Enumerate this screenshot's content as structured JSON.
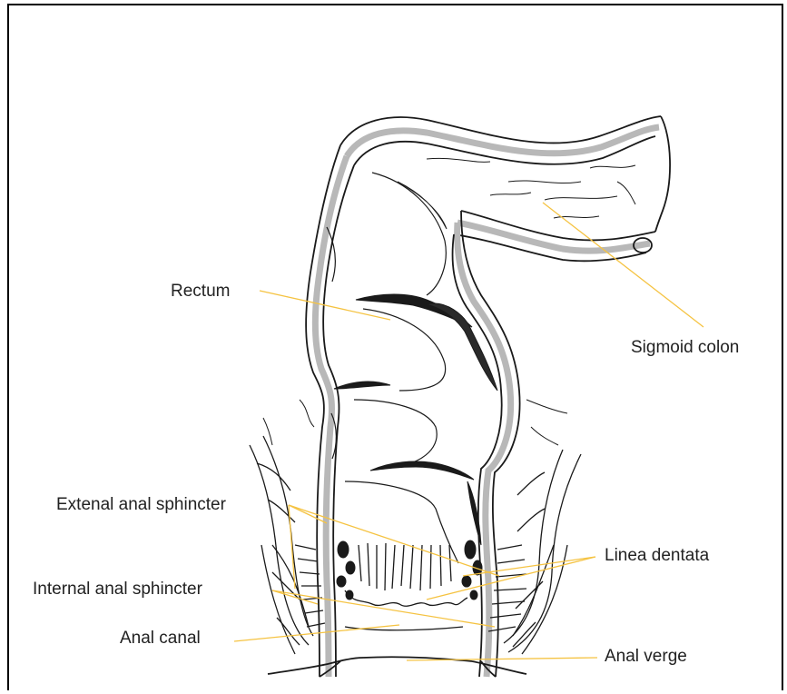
{
  "diagram": {
    "labels": {
      "rectum": "Rectum",
      "sigmoid_colon": "Sigmoid colon",
      "external_anal_sphincter": "Extenal anal sphincter",
      "internal_anal_sphincter": "Internal anal sphincter",
      "anal_canal": "Anal canal",
      "linea_dentata": "Linea dentata",
      "anal_verge": "Anal verge"
    },
    "colors": {
      "leader_line": "#f5c342",
      "outline": "#1a1a1a",
      "muscle_layer": "#b8b8b8",
      "fold_fill": "#1a1a1a"
    }
  }
}
